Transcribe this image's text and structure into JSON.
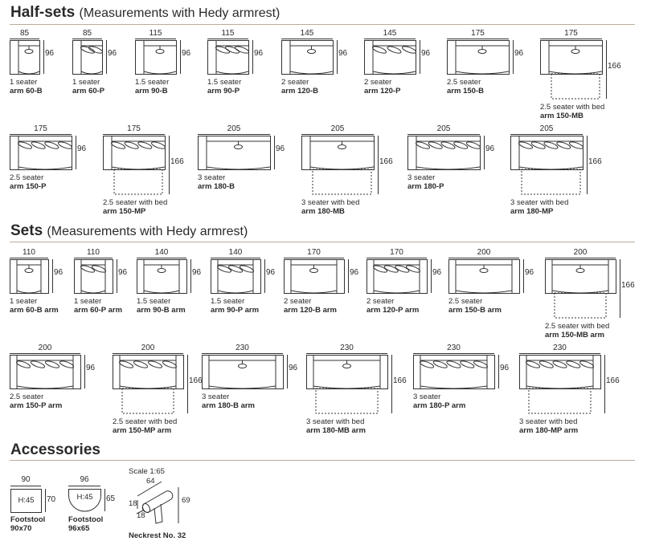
{
  "sections": {
    "halfsets": {
      "title": "Half-sets",
      "subtitle": "(Measurements with Hedy armrest)"
    },
    "sets": {
      "title": "Sets",
      "subtitle": "(Measurements with Hedy armrest)"
    },
    "accessories": {
      "title": "Accessories"
    }
  },
  "halfsets_row1": [
    {
      "w": "85",
      "h": "96",
      "line1": "1 seater",
      "line2": "arm 60-B",
      "kind": "B",
      "bed": false
    },
    {
      "w": "85",
      "h": "96",
      "line1": "1 seater",
      "line2": "arm 60-P",
      "kind": "P",
      "bed": false
    },
    {
      "w": "115",
      "h": "96",
      "line1": "1.5 seater",
      "line2": "arm 90-B",
      "kind": "B",
      "bed": false
    },
    {
      "w": "115",
      "h": "96",
      "line1": "1.5 seater",
      "line2": "arm 90-P",
      "kind": "P",
      "bed": false
    },
    {
      "w": "145",
      "h": "96",
      "line1": "2 seater",
      "line2": "arm 120-B",
      "kind": "B",
      "bed": false
    },
    {
      "w": "145",
      "h": "96",
      "line1": "2 seater",
      "line2": "arm 120-P",
      "kind": "P",
      "bed": false
    },
    {
      "w": "175",
      "h": "96",
      "line1": "2.5 seater",
      "line2": "arm 150-B",
      "kind": "B",
      "bed": false
    },
    {
      "w": "175",
      "h": "166",
      "line1": "2.5 seater with bed",
      "line2": "arm 150-MB",
      "kind": "B",
      "bed": true
    }
  ],
  "halfsets_row2": [
    {
      "w": "175",
      "h": "96",
      "line1": "2.5 seater",
      "line2": "arm 150-P",
      "kind": "P",
      "bed": false
    },
    {
      "w": "175",
      "h": "166",
      "line1": "2.5 seater with bed",
      "line2": "arm 150-MP",
      "kind": "P",
      "bed": true
    },
    {
      "w": "205",
      "h": "96",
      "line1": "3 seater",
      "line2": "arm 180-B",
      "kind": "B",
      "bed": false
    },
    {
      "w": "205",
      "h": "166",
      "line1": "3 seater with bed",
      "line2": "arm 180-MB",
      "kind": "B",
      "bed": true
    },
    {
      "w": "205",
      "h": "96",
      "line1": "3 seater",
      "line2": "arm 180-P",
      "kind": "P",
      "bed": false
    },
    {
      "w": "205",
      "h": "166",
      "line1": "3 seater with bed",
      "line2": "arm 180-MP",
      "kind": "P",
      "bed": true
    }
  ],
  "sets_row1": [
    {
      "w": "110",
      "h": "96",
      "line1": "1 seater",
      "line2": "arm 60-B arm",
      "kind": "B",
      "bed": false
    },
    {
      "w": "110",
      "h": "96",
      "line1": "1 seater",
      "line2": "arm 60-P arm",
      "kind": "P",
      "bed": false
    },
    {
      "w": "140",
      "h": "96",
      "line1": "1.5 seater",
      "line2": "arm 90-B arm",
      "kind": "B",
      "bed": false
    },
    {
      "w": "140",
      "h": "96",
      "line1": "1.5 seater",
      "line2": "arm 90-P arm",
      "kind": "P",
      "bed": false
    },
    {
      "w": "170",
      "h": "96",
      "line1": "2 seater",
      "line2": "arm 120-B arm",
      "kind": "B",
      "bed": false
    },
    {
      "w": "170",
      "h": "96",
      "line1": "2 seater",
      "line2": "arm 120-P arm",
      "kind": "P",
      "bed": false
    },
    {
      "w": "200",
      "h": "96",
      "line1": "2.5 seater",
      "line2": "arm 150-B arm",
      "kind": "B",
      "bed": false
    },
    {
      "w": "200",
      "h": "166",
      "line1": "2.5 seater with bed",
      "line2": "arm 150-MB arm",
      "kind": "B",
      "bed": true
    }
  ],
  "sets_row2": [
    {
      "w": "200",
      "h": "96",
      "line1": "2.5 seater",
      "line2": "arm 150-P arm",
      "kind": "P",
      "bed": false
    },
    {
      "w": "200",
      "h": "166",
      "line1": "2.5 seater with bed",
      "line2": "arm 150-MP arm",
      "kind": "P",
      "bed": true
    },
    {
      "w": "230",
      "h": "96",
      "line1": "3 seater",
      "line2": "arm 180-B arm",
      "kind": "B",
      "bed": false
    },
    {
      "w": "230",
      "h": "166",
      "line1": "3 seater with bed",
      "line2": "arm 180-MB arm",
      "kind": "B",
      "bed": true
    },
    {
      "w": "230",
      "h": "96",
      "line1": "3 seater",
      "line2": "arm 180-P arm",
      "kind": "P",
      "bed": false
    },
    {
      "w": "230",
      "h": "166",
      "line1": "3 seater with bed",
      "line2": "arm 180-MP arm",
      "kind": "P",
      "bed": true
    }
  ],
  "accessories": {
    "footstool_square": {
      "w": "90",
      "h": "70",
      "inner": "H:45",
      "line1": "Footstool",
      "line2": "90x70"
    },
    "footstool_round": {
      "w": "96",
      "h": "65",
      "inner": "H:45",
      "line1": "Footstool",
      "line2": "96x65"
    },
    "neckrest": {
      "scale": "Scale 1:65",
      "length": "64",
      "diameter": "18",
      "depth": "18",
      "height": "69",
      "label": "Neckrest No. 32"
    }
  }
}
